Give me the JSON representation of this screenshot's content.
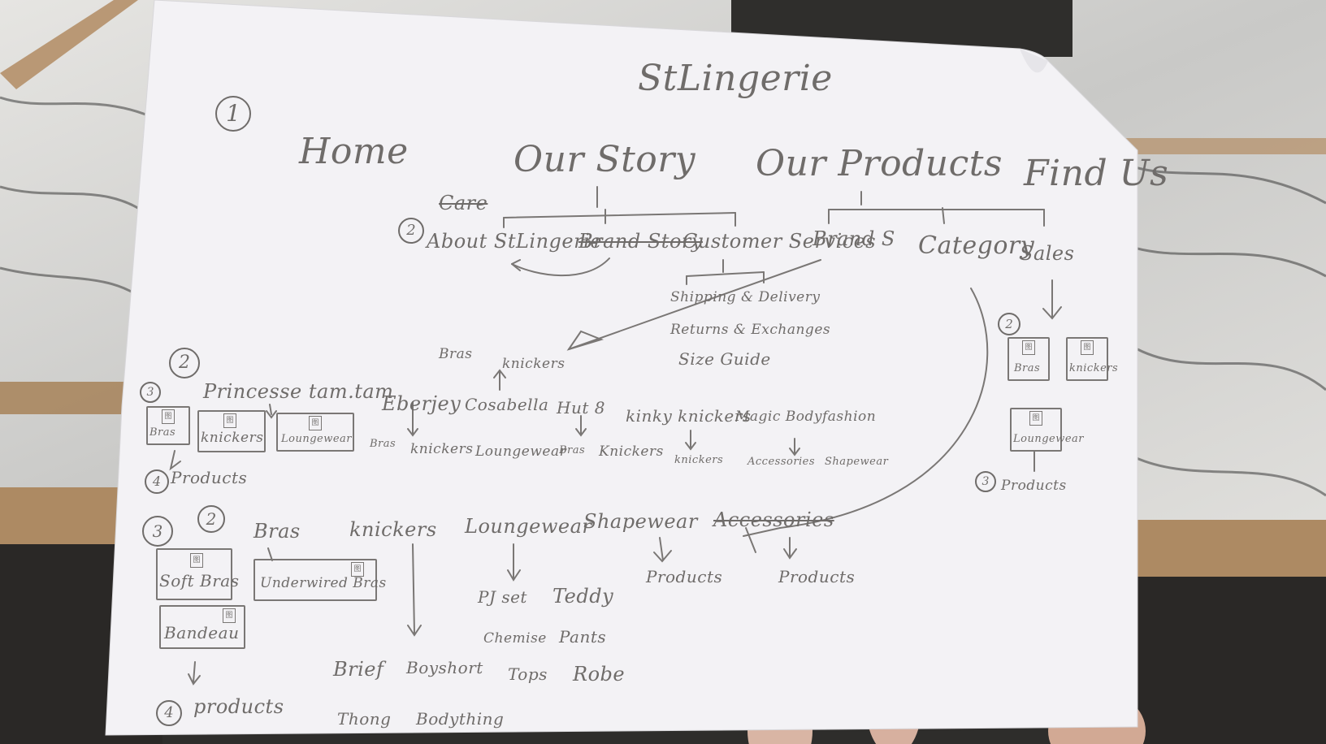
{
  "sketch": {
    "site_title": "StLingerie",
    "step_markers": {
      "page1": "1",
      "level2": "2",
      "level3": "3",
      "level4": "4"
    },
    "top_nav": [
      "Home",
      "Our Story",
      "Our Products",
      "Find Us"
    ],
    "story_subpages": {
      "crossed_first": "Care",
      "about": "About StLingerie",
      "crossed_second": "Brand Story",
      "customer_services": "Customer Services"
    },
    "customer_services_items": [
      "Shipping & Delivery",
      "Returns & Exchanges",
      "Size Guide"
    ],
    "product_subpages": [
      "Brand S",
      "Category",
      "Sales"
    ],
    "brand_arrow_targets": [
      "Bras",
      "knickers"
    ],
    "brands": [
      "Princesse tam.tam",
      "Eberjey",
      "Cosabella",
      "Hut 8",
      "kinky knickers",
      "Magic Bodyfashion"
    ],
    "princesse_boxes": [
      "Bras",
      "knickers",
      "Loungewear"
    ],
    "eberjey_items": [
      "Bras",
      "knickers",
      "Loungewear"
    ],
    "hut8_items": [
      "Bras",
      "Knickers"
    ],
    "kinky_items": [
      "knickers"
    ],
    "magic_items": [
      "Accessories",
      "Shapewear"
    ],
    "brand_products_label": "Products",
    "categories": [
      "Bras",
      "knickers",
      "Loungewear",
      "Shapewear",
      "Accessories"
    ],
    "bras_boxes": [
      "Soft Bras",
      "Underwired Bras",
      "Bandeau"
    ],
    "knickers_items": [
      "Brief",
      "Boyshort",
      "Thong",
      "Bodything"
    ],
    "loungewear_items": [
      "PJ set",
      "Teddy",
      "Chemise",
      "Pants",
      "Tops",
      "Robe"
    ],
    "shapewear_target": "Products",
    "accessories_target": "Products",
    "category_products_label": "products",
    "sales_boxes": [
      "Bras",
      "knickers",
      "Loungewear"
    ],
    "sales_products_label": "Products",
    "mini_icon_glyph": "图"
  },
  "colors": {
    "paper": "#f4f3f6",
    "pencil": "#6f6c6a",
    "marble": "#d6d6d4",
    "wood": "#a98a66",
    "floor": "#2b2a28"
  }
}
